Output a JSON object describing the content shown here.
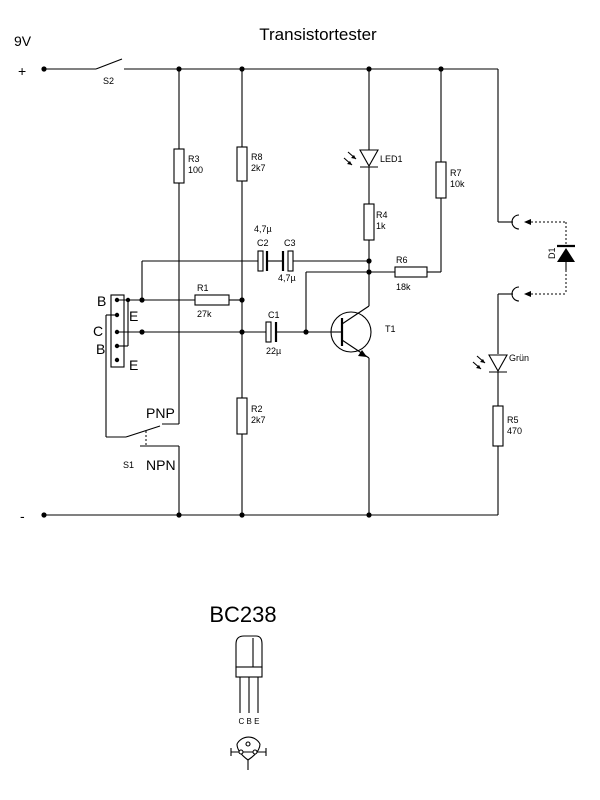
{
  "title": "Transistortester",
  "supply": {
    "voltage": "9V",
    "plus": "+",
    "minus": "-",
    "switch": "S2"
  },
  "components": {
    "r1": {
      "name": "R1",
      "value": "27k"
    },
    "r2": {
      "name": "R2",
      "value": "2k7"
    },
    "r3": {
      "name": "R3",
      "value": "100"
    },
    "r4": {
      "name": "R4",
      "value": "1k"
    },
    "r5": {
      "name": "R5",
      "value": "470"
    },
    "r6": {
      "name": "R6",
      "value": "18k"
    },
    "r7": {
      "name": "R7",
      "value": "10k"
    },
    "r8": {
      "name": "R8",
      "value": "2k7"
    },
    "c1": {
      "name": "C1",
      "value": "22µ"
    },
    "c2": {
      "name": "C2",
      "value": "4,7µ"
    },
    "c3": {
      "name": "C3",
      "value": "4,7µ"
    },
    "t1": {
      "name": "T1"
    },
    "led1": {
      "name": "LED1"
    },
    "led_green": {
      "name": "Grün"
    },
    "d1": {
      "name": "D1"
    }
  },
  "socket": {
    "pins": [
      "B",
      "E",
      "C",
      "B",
      "E"
    ]
  },
  "selector": {
    "name": "S1",
    "pnp": "PNP",
    "npn": "NPN"
  },
  "package": {
    "name": "BC238",
    "pins": "C B E"
  }
}
